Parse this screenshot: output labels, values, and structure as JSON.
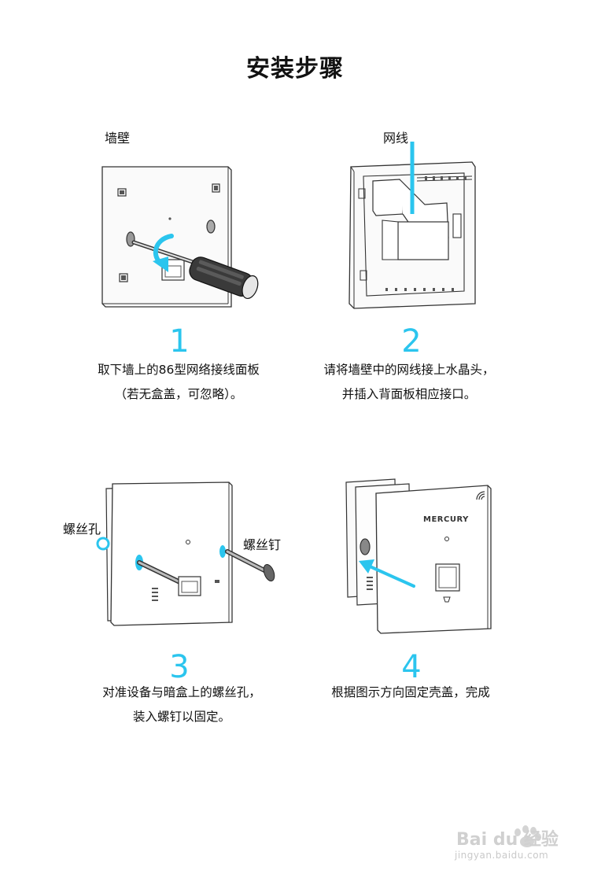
{
  "title": "安装步骤",
  "steps": [
    {
      "number": "1",
      "label": "墙壁",
      "caption": [
        "取下墙上的86型网络接线面板",
        "（若无盒盖，可忽略）。"
      ]
    },
    {
      "number": "2",
      "label": "网线",
      "caption": [
        "请将墙壁中的网线接上水晶头，",
        "并插入背面板相应接口。"
      ]
    },
    {
      "number": "3",
      "labels": [
        "螺丝孔",
        "螺丝钉"
      ],
      "caption": [
        "对准设备与暗盒上的螺丝孔，",
        "装入螺钉以固定。"
      ]
    },
    {
      "number": "4",
      "caption": [
        "根据图示方向固定壳盖，完成"
      ]
    }
  ],
  "device_logo": "MERCURY",
  "watermark": {
    "logo": "Bai du 经验",
    "url": "jingyan.baidu.com"
  },
  "colors": {
    "accent": "#2bc5ee",
    "line": "#333333"
  }
}
